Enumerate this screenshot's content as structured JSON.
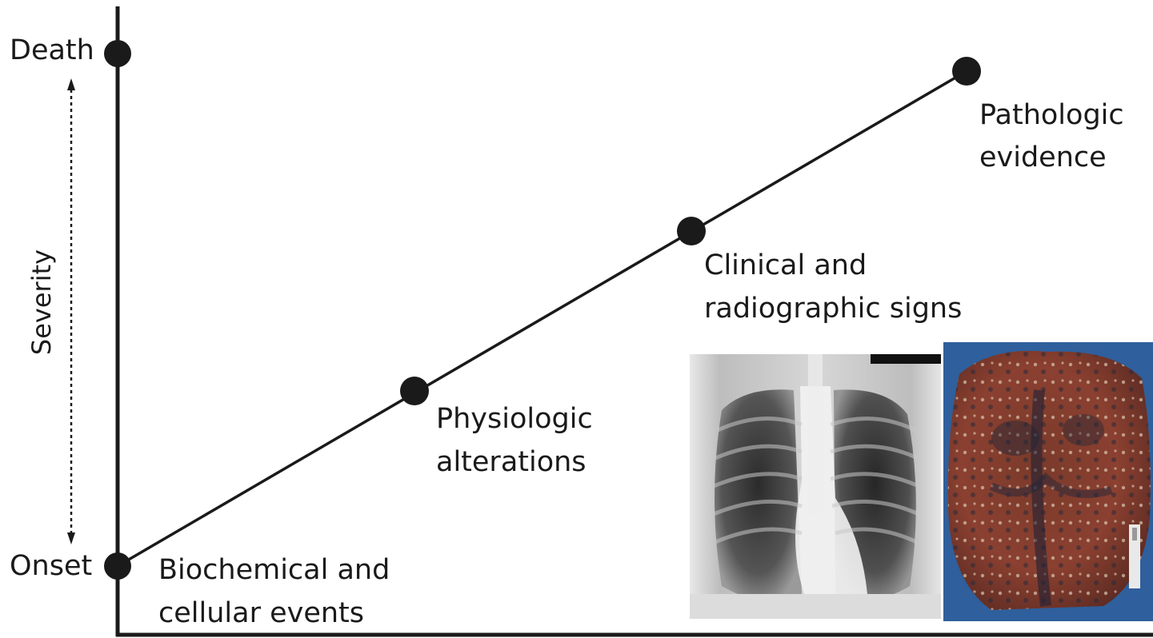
{
  "axis": {
    "top_label": "Death",
    "bottom_label": "Onset",
    "vertical_label": "Severity"
  },
  "stages": [
    {
      "line1": "Biochemical and",
      "line2": "cellular events"
    },
    {
      "line1": "Physiologic",
      "line2": "alterations"
    },
    {
      "line1": "Clinical and",
      "line2": "radiographic signs"
    },
    {
      "line1": "Pathologic",
      "line2": "evidence"
    }
  ],
  "images": {
    "xray": "chest-xray",
    "lung": "gross-lung-specimen"
  },
  "colors": {
    "ink": "#1a1a1a",
    "specimen_background": "#2f5f9c",
    "specimen_tissue": "#8a3b2a"
  }
}
